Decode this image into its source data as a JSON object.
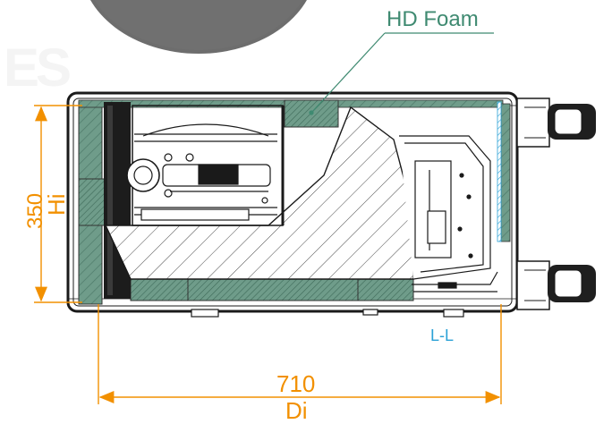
{
  "annotations": {
    "foam_label": "HD Foam",
    "section_label": "L-L"
  },
  "dimensions": {
    "height_value": "350",
    "height_symbol": "Hi",
    "width_value": "710",
    "width_symbol": "Di"
  },
  "colors": {
    "dimension": "#f29000",
    "foam_fill": "#6f9c8a",
    "foam_label": "#3f8a71",
    "section_label": "#2aa1d6",
    "outline": "#1a1a1a"
  }
}
